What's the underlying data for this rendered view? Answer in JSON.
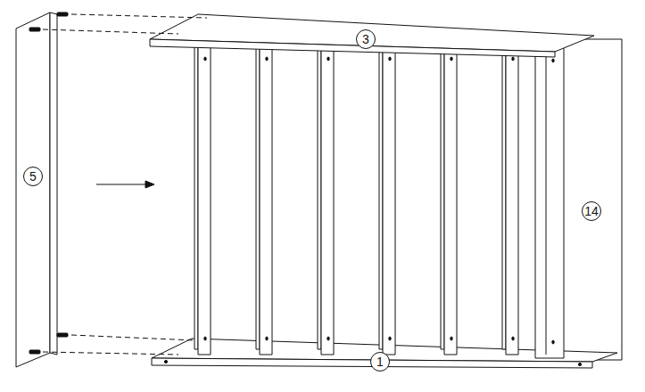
{
  "diagram": {
    "labels": [
      "5",
      "3",
      "14",
      "1"
    ]
  }
}
